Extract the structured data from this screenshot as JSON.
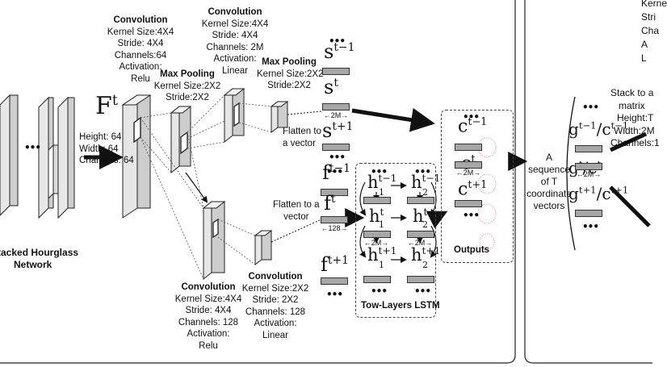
{
  "blocks": {
    "hourglass_label": [
      "tacked Hourglass",
      "Network"
    ],
    "ft_symbol": "F",
    "ft_sup": "t",
    "ft_dims": [
      "Height: 64",
      "Width: 64",
      "Channels: 64"
    ],
    "conv1": {
      "title": "Convolution",
      "lines": [
        "Kernel Size:4X4",
        "Stride: 4X4",
        "Channels:64",
        "Activation:",
        "Relu"
      ]
    },
    "pool1": {
      "title": "Max Pooling",
      "lines": [
        "Kernel Size:2X2",
        "Stride:2X2"
      ]
    },
    "conv2": {
      "title": "Convolution",
      "lines": [
        "Kernel Size:4X4",
        "Stride: 4X4",
        "Channels: 2M",
        "Activation:",
        "Linear"
      ]
    },
    "pool2": {
      "title": "Max Pooling",
      "lines": [
        "Kernel Size:2X2",
        "Stride:2X2"
      ]
    },
    "conv3": {
      "title": "Convolution",
      "lines": [
        "Kernel Size:4X4",
        "Stride: 4X4",
        "Channels: 128",
        "Activation:",
        "Relu"
      ]
    },
    "conv4": {
      "title": "Convolution",
      "lines": [
        "Kernel Size:2X2",
        "Stride: 2X2",
        "Channels: 128",
        "Activation:",
        "Linear"
      ]
    },
    "flatten_top": [
      "Flatten to",
      "a vector"
    ],
    "flatten_bottom": [
      "Flatten to a",
      "vector"
    ]
  },
  "symbols": {
    "s": "s",
    "f": "f",
    "h": "h",
    "c": "c",
    "g": "g",
    "sup_tm1": "t−1",
    "sup_t": "t",
    "sup_tp1": "t+1",
    "sub_1": "1",
    "sub_2": "2",
    "dim_2m": "2M",
    "dim_128": "128"
  },
  "lstm": {
    "title": "Tow-Layers LSTM"
  },
  "outputs": {
    "title": "Outputs"
  },
  "sequence_label": [
    "A",
    "sequence",
    "of T",
    "coordinate",
    "vectors"
  ],
  "stack_label": [
    "Stack to a",
    "matrix",
    "Height:T",
    "Width:2M",
    "Channels:1"
  ],
  "right_cut_text": [
    "Kerne",
    "Stri",
    "Cha",
    "A",
    "L"
  ],
  "colors": {
    "bar_fill": "#a7a7a7",
    "block_fill": "#e4e4e4",
    "arrow": "#111111",
    "face_dots": "#d9534f"
  }
}
